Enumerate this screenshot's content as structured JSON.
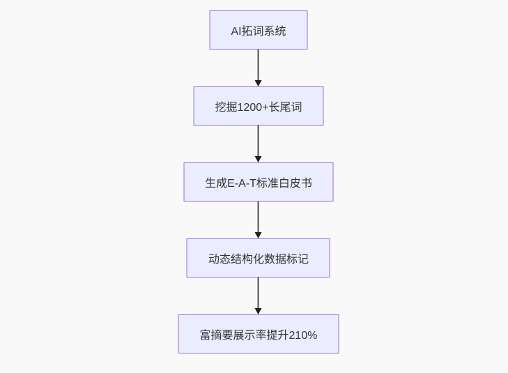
{
  "flowchart": {
    "type": "flowchart",
    "direction": "top-down",
    "nodes": [
      {
        "id": "A",
        "label": "AI拓词系统"
      },
      {
        "id": "B",
        "label": "挖掘1200+长尾词"
      },
      {
        "id": "C",
        "label": "生成E-A-T标准白皮书"
      },
      {
        "id": "D",
        "label": "动态结构化数据标记"
      },
      {
        "id": "E",
        "label": "富摘要展示率提升210%"
      }
    ],
    "edges": [
      {
        "from": "A",
        "to": "B",
        "arrow": "solid-arrowhead"
      },
      {
        "from": "B",
        "to": "C",
        "arrow": "solid-arrowhead"
      },
      {
        "from": "C",
        "to": "D",
        "arrow": "solid-arrowhead"
      },
      {
        "from": "D",
        "to": "E",
        "arrow": "solid-arrowhead"
      }
    ],
    "colors": {
      "node_fill": "#ececff",
      "node_border": "#9370db",
      "node_text": "#333333",
      "edge_line": "#4d4d4d",
      "arrowhead": "#1f1f1f",
      "background": "#f9f9f9"
    }
  }
}
